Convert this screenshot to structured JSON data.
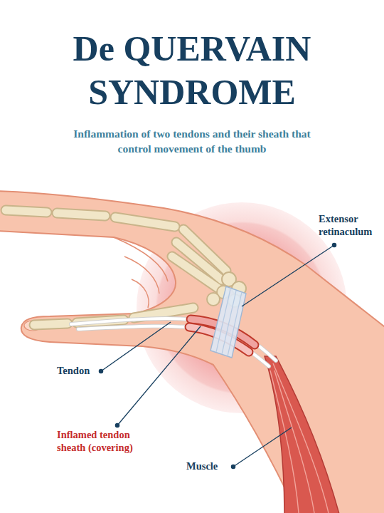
{
  "diagram": {
    "title": "De QUERVAIN SYNDROME",
    "caption": "Inflammation of two tendons and their sheath that control movement of the thumb",
    "labels": [
      "Extensor retinaculum",
      "Tendon",
      "Inflamed tendon sheath (covering)",
      "Muscle"
    ]
  }
}
